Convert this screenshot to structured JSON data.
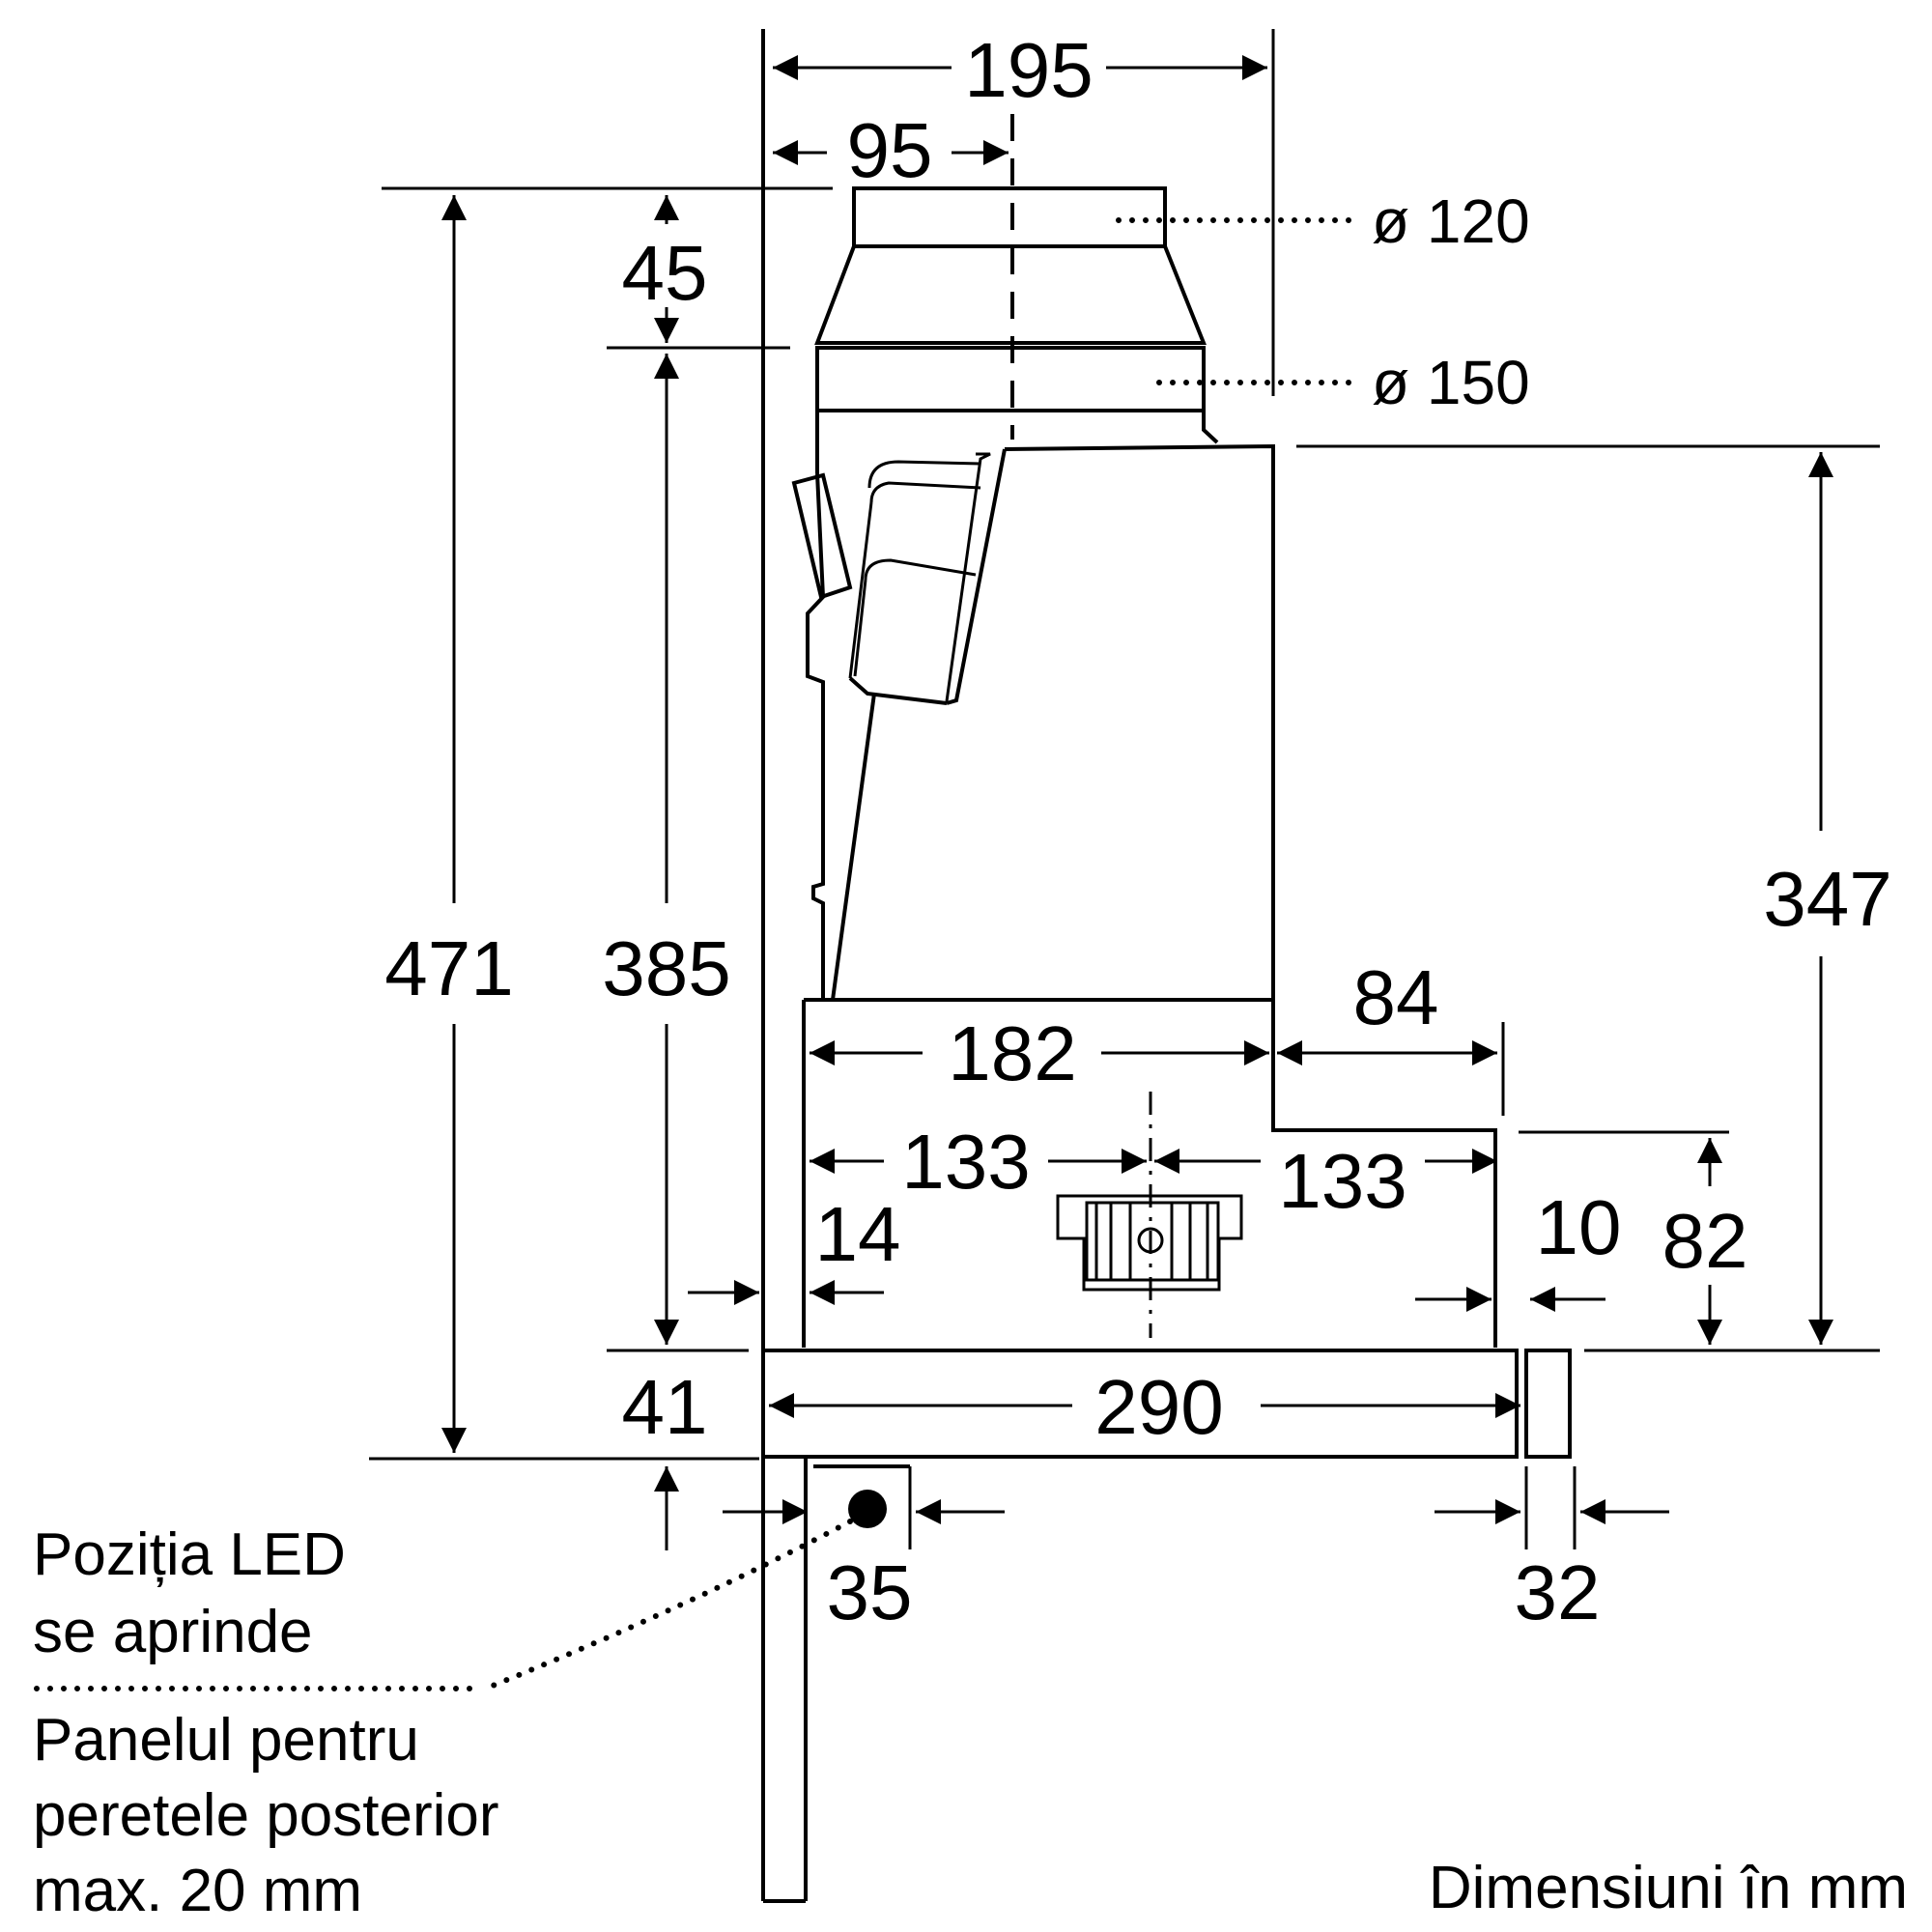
{
  "dimensions": {
    "top_total_width": "195",
    "top_offset": "95",
    "height_top_collar": "45",
    "height_total": "471",
    "height_body": "385",
    "height_right": "347",
    "panel_height": "41",
    "width_body": "182",
    "depth_right_step": "84",
    "half_left": "133",
    "half_right": "133",
    "gap_left": "14",
    "gap_right": "10",
    "step_height": "82",
    "panel_width": "290",
    "led_offset": "35",
    "front_panel": "32"
  },
  "diameters": {
    "top": "ø 120",
    "bottom": "ø 150"
  },
  "notes": {
    "led_line1": "Poziția LED",
    "led_line2": "se aprinde",
    "panel_line1": "Panelul pentru",
    "panel_line2": "peretele posterior",
    "panel_line3": "max. 20 mm",
    "units": "Dimensiuni în mm"
  }
}
